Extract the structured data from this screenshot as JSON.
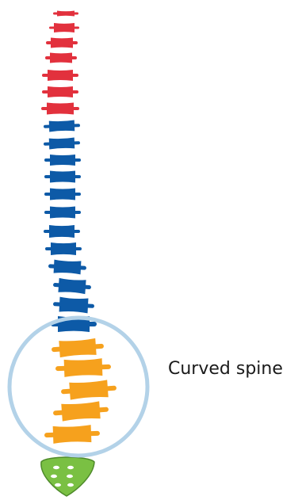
{
  "label": "Curved spine",
  "colors": {
    "cervical": "#e2313d",
    "thoracic": "#0d5aa7",
    "lumbar": "#f6a11d",
    "sacrum": "#7ac043",
    "sacrum_outline": "#4e8a2a",
    "highlight_circle": "#b3d2e8",
    "text": "#1a1a1a"
  },
  "regions": [
    {
      "name": "cervical",
      "count": 7
    },
    {
      "name": "thoracic",
      "count": 12
    },
    {
      "name": "lumbar",
      "count": 5
    },
    {
      "name": "sacrum",
      "count": 1
    }
  ]
}
